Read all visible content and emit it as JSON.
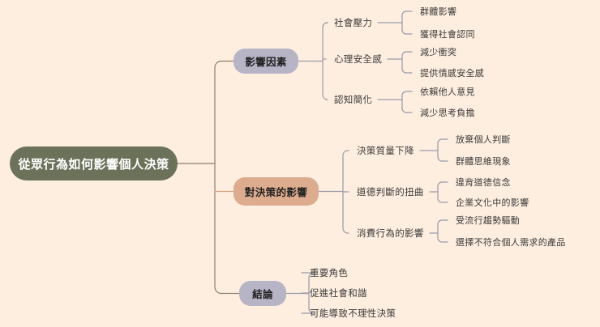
{
  "theme": {
    "background": "#fdeee0",
    "root_fill": "#6b7259",
    "root_text": "#ffffff",
    "branch_violet_fill": "#b7b4c6",
    "branch_tan_fill": "#ddab8d",
    "text_color": "#3c3a38",
    "wire_gray": "#9a9aa8",
    "wire_brown": "#8d7f72",
    "wire_tan": "#d8a183"
  },
  "root": {
    "label": "從眾行為如何影響個人決策"
  },
  "branches": [
    {
      "label": "影響因素",
      "style": "violet",
      "children": [
        {
          "label": "社會壓力",
          "leaves": [
            "群體影響",
            "獲得社會認同"
          ]
        },
        {
          "label": "心理安全感",
          "leaves": [
            "減少衝突",
            "提供情感安全感"
          ]
        },
        {
          "label": "認知簡化",
          "leaves": [
            "依賴他人意見",
            "減少思考負擔"
          ]
        }
      ]
    },
    {
      "label": "對決策的影響",
      "style": "tan",
      "children": [
        {
          "label": "決策質量下降",
          "leaves": [
            "放棄個人判斷",
            "群體思維現象"
          ]
        },
        {
          "label": "道德判斷的扭曲",
          "leaves": [
            "違背道德信念",
            "企業文化中的影響"
          ]
        },
        {
          "label": "消費行為的影響",
          "leaves": [
            "受流行趨勢驅動",
            "選擇不符合個人需求的產品"
          ]
        }
      ]
    },
    {
      "label": "結論",
      "style": "violet",
      "children": [
        {
          "label": "重要角色",
          "leaves": []
        },
        {
          "label": "促進社會和諧",
          "leaves": []
        },
        {
          "label": "可能導致不理性決策",
          "leaves": []
        }
      ]
    }
  ]
}
